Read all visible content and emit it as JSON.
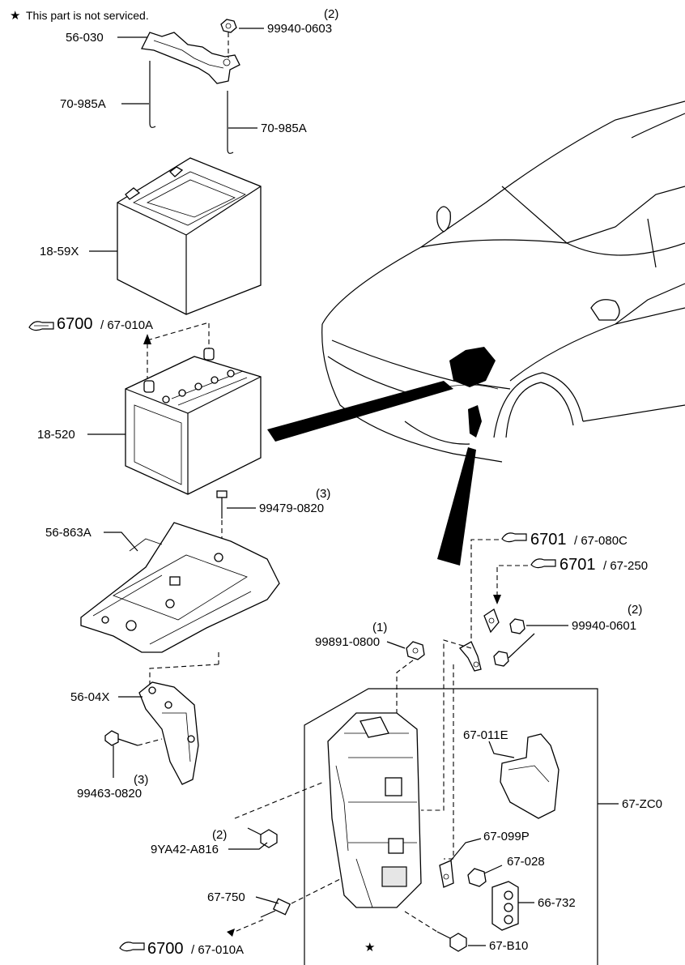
{
  "note": {
    "star": "★",
    "text": "This part is not serviced."
  },
  "labels": {
    "p56_030": "56-030",
    "p99940_0603": "99940-0603",
    "p99940_0603_qty": "(2)",
    "p70_985A_left": "70-985A",
    "p70_985A_right": "70-985A",
    "p18_59X": "18-59X",
    "ref6700_top_main": "6700",
    "ref6700_top_sub": "/ 67-010A",
    "p18_520": "18-520",
    "p99479_0820": "99479-0820",
    "p99479_0820_qty": "(3)",
    "p56_863A": "56-863A",
    "ref6701_a_main": "6701",
    "ref6701_a_sub": "/ 67-080C",
    "ref6701_b_main": "6701",
    "ref6701_b_sub": "/ 67-250",
    "p99940_0601": "99940-0601",
    "p99940_0601_qty": "(2)",
    "p99891_0800": "99891-0800",
    "p99891_0800_qty": "(1)",
    "p56_04X": "56-04X",
    "p99463_0820": "99463-0820",
    "p99463_0820_qty": "(3)",
    "p67_011E": "67-011E",
    "p67_ZC0": "67-ZC0",
    "p9YA42_A816": "9YA42-A816",
    "p9YA42_A816_qty": "(2)",
    "p67_099P": "67-099P",
    "p67_028": "67-028",
    "p67_750": "67-750",
    "p66_732": "66-732",
    "ref6700_bottom_main": "6700",
    "ref6700_bottom_sub": "/ 67-010A",
    "p67_B10": "67-B10",
    "star_mark": "★"
  }
}
